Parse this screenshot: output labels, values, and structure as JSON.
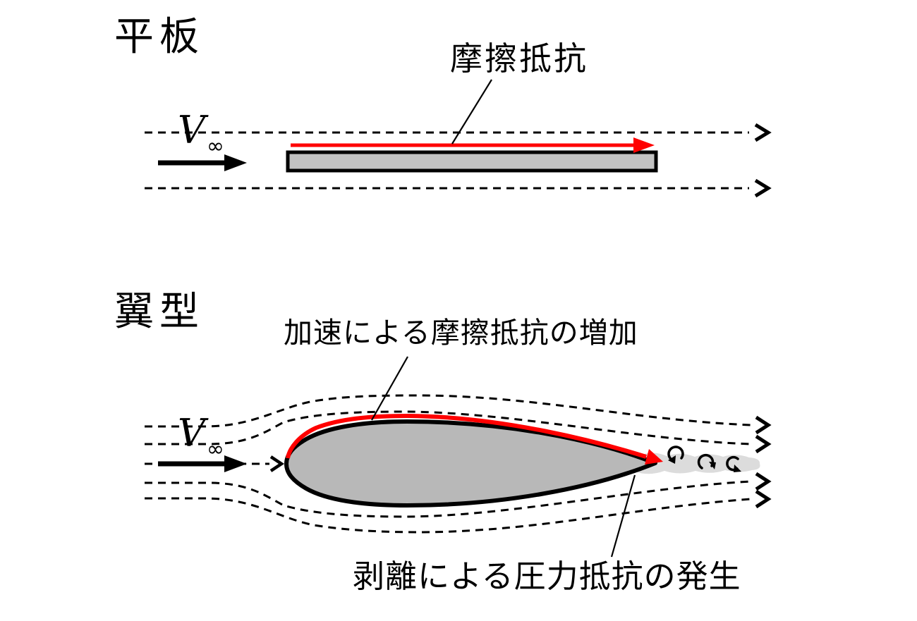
{
  "figure": {
    "flat_plate": {
      "title": "平板",
      "drag_label": "摩擦抵抗",
      "velocity": {
        "symbol": "V",
        "subscript": "∞"
      }
    },
    "airfoil": {
      "title": "翼型",
      "friction_label": "加速による摩擦抵抗の増加",
      "separation_label": "剥離による圧力抵抗の発生",
      "velocity": {
        "symbol": "V",
        "subscript": "∞"
      }
    }
  },
  "colors": {
    "background": "#FFFFFF",
    "line": "#000000",
    "red_arrow": "#FF0000",
    "plate_fill": "#C2C2C2",
    "airfoil_fill": "#B8B8B8",
    "wake_fill": "#DCDCDC"
  }
}
